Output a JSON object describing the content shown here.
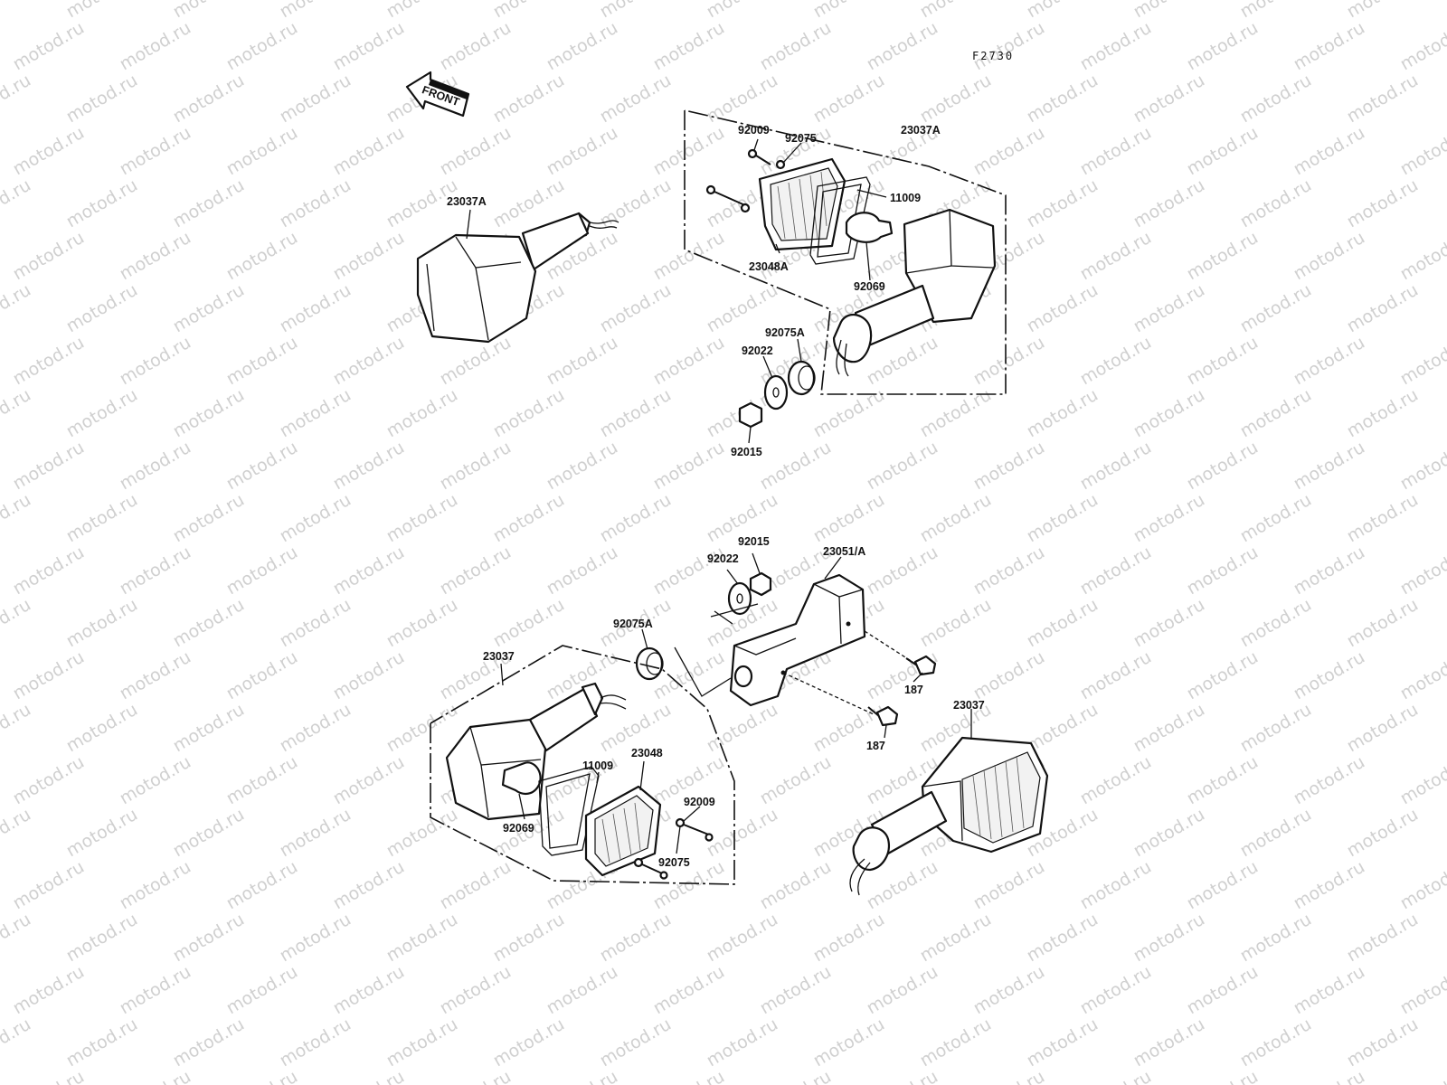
{
  "diagram": {
    "figure_code": "F2730",
    "watermark_text": "motod.ru",
    "front_arrow_label": "FRONT",
    "colors": {
      "line": "#111111",
      "background": "#ffffff",
      "watermark": "#d0d0d0"
    },
    "part_labels": {
      "top_left_signal": "23037A",
      "top_assembly": "23037A",
      "top_screw": "92009",
      "top_washer": "92075",
      "top_gasket": "11009",
      "top_lens": "23048A",
      "top_bulb": "92069",
      "top_grommet": "92075A",
      "top_plate_washer": "92022",
      "top_nut": "92015",
      "bracket_nut": "92015",
      "bracket_washer": "92022",
      "bracket": "23051/A",
      "bracket_grommet": "92075A",
      "bottom_assembly": "23037",
      "bolt_upper": "187",
      "bolt_lower": "187",
      "bottom_right_signal": "23037",
      "bottom_gasket": "11009",
      "bottom_lens": "23048",
      "bottom_screw": "92009",
      "bottom_bulb": "92069",
      "bottom_washer": "92075"
    }
  }
}
